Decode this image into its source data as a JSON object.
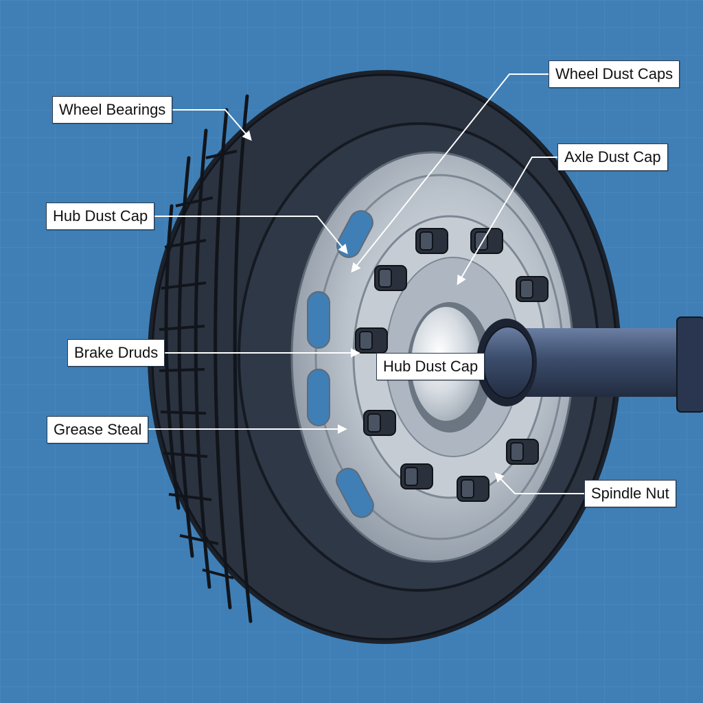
{
  "colors": {
    "background": "#3f7fb6",
    "grid": "#5a96c8",
    "tire": "#2b3340",
    "tire_dark": "#1c222c",
    "rim": "#b9c1ca",
    "rim_dark": "#8d97a3",
    "axle": "#3b4c6b",
    "leader": "#ffffff"
  },
  "labels": {
    "wheel_bearings": "Wheel Bearings",
    "hub_dust_cap_left": "Hub Dust Cap",
    "brake_druds": "Brake Druds",
    "grease_steal": "Grease Steal",
    "wheel_dust_caps": "Wheel Dust Caps",
    "axle_dust_cap": "Axle Dust Cap",
    "hub_dust_cap_center": "Hub Dust Cap",
    "spindle_nut": "Spindle Nut"
  }
}
